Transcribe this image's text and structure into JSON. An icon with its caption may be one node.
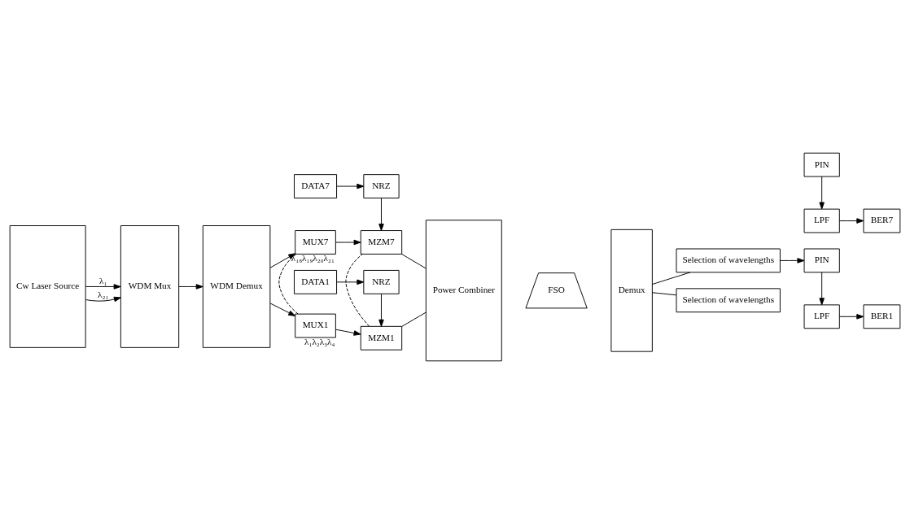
{
  "diagram": {
    "nodes": [
      {
        "text": [
          "Cw Laser Source"
        ]
      },
      {
        "text": [
          "WDM Mux"
        ]
      },
      {
        "text": [
          "WDM Demux"
        ]
      },
      {
        "text": [
          "DATA1"
        ]
      },
      {
        "text": [
          "NRZ"
        ]
      },
      {
        "text": [
          "MUX1"
        ],
        "beside": [
          "λ₁λ₂λ₃λ₄"
        ]
      },
      {
        "text": [
          "MZM1"
        ]
      },
      {
        "text": [
          "MUX7"
        ],
        "beside": [
          "λ₁₈λ₁₉λ₂₀λ₂₁"
        ]
      },
      {
        "text": [
          "MZM7"
        ]
      },
      {
        "text": [
          "DATA7"
        ]
      },
      {
        "text": [
          "NRZ"
        ]
      },
      {
        "text": [
          "Power Combiner"
        ]
      },
      {
        "text": [
          "FSO"
        ]
      },
      {
        "text": [
          "Demux"
        ]
      },
      {
        "text": [
          "Selection of wavelengths"
        ]
      },
      {
        "text": [
          "PIN"
        ]
      },
      {
        "text": [
          "LPF"
        ]
      },
      {
        "text": [
          "BER1"
        ]
      },
      {
        "text": [
          "BER7"
        ]
      },
      {
        "text": [
          "LPF"
        ]
      },
      {
        "text": [
          "PIN"
        ]
      },
      {
        "text": [
          "Selection of wavelengths"
        ]
      }
    ],
    "edges": [
      {
        "from": 0,
        "to": 1,
        "arrow": "to",
        "label": "λ₁"
      },
      {
        "from": 0,
        "to": 1,
        "arrow": "to",
        "label": "λ₂₁"
      },
      {
        "from": 1,
        "to": 2,
        "arrow": "to"
      },
      {
        "from": 2,
        "to": 5,
        "arrow": "to"
      },
      {
        "from": 2,
        "to": 7,
        "arrow": "to"
      },
      {
        "from": 3,
        "to": 4,
        "arrow": "to"
      },
      {
        "from": 4,
        "to": 6,
        "arrow": "to"
      },
      {
        "from": 5,
        "to": 6,
        "arrow": "to"
      },
      {
        "from": 5,
        "to": 7,
        "arrow": "none",
        "style": "dashed"
      },
      {
        "from": 6,
        "to": 8,
        "arrow": "none",
        "style": "dashed"
      },
      {
        "from": 7,
        "to": 8,
        "arrow": "to"
      },
      {
        "from": 9,
        "to": 10,
        "arrow": "to"
      },
      {
        "from": 10,
        "to": 8,
        "arrow": "to"
      },
      {
        "from": 6,
        "to": 11,
        "arrow": "none"
      },
      {
        "from": 8,
        "to": 11,
        "arrow": "none"
      },
      {
        "from": 13,
        "to": 14,
        "arrow": "none"
      },
      {
        "from": 13,
        "to": 21,
        "arrow": "none"
      },
      {
        "from": 14,
        "to": 15,
        "arrow": "to"
      },
      {
        "from": 15,
        "to": 16,
        "arrow": "to"
      },
      {
        "from": 16,
        "to": 17,
        "arrow": "to"
      },
      {
        "from": 20,
        "to": 19,
        "arrow": "to"
      },
      {
        "from": 19,
        "to": 18,
        "arrow": "to"
      }
    ]
  }
}
